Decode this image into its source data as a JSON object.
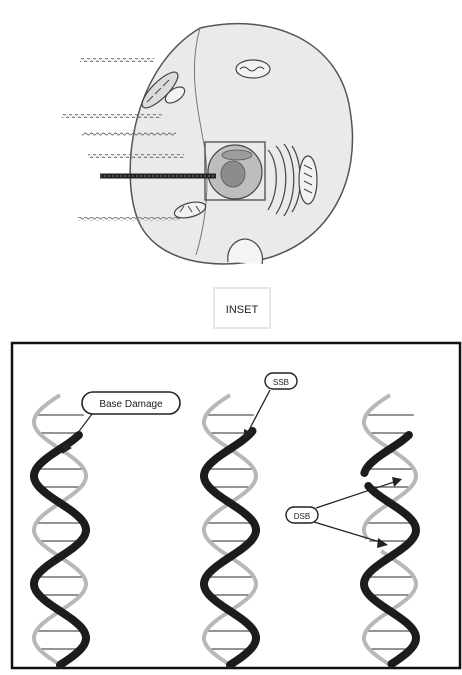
{
  "inset_label": "INSET",
  "labels": {
    "base_damage": "Base Damage",
    "ssb": "SSB",
    "dsb": "DSB"
  },
  "colors": {
    "background": "#ffffff",
    "cell_fill": "#eaeaea",
    "outline": "#555555",
    "strand_dark": "#1c1c1c",
    "strand_light": "#b8b8b8"
  }
}
